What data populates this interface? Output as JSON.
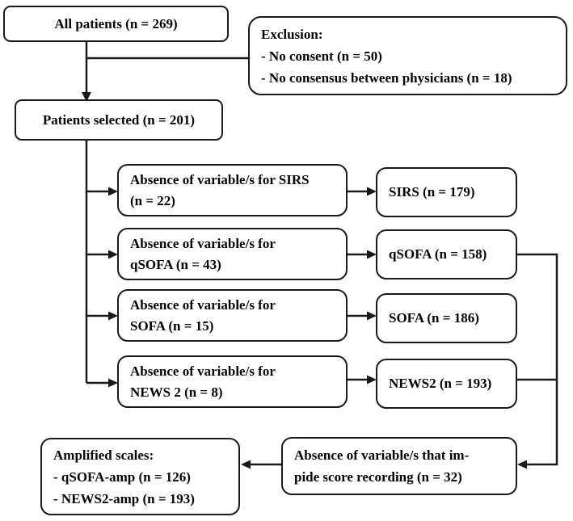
{
  "colors": {
    "background": "#ffffff",
    "line": "#1a1a1a",
    "text": "#050505"
  },
  "boxes": {
    "all_patients": {
      "label": "All patients (n = 269)"
    },
    "exclusion": {
      "lines": [
        "Exclusion:",
        "- No consent (n = 50)",
        "- No consensus between physicians (n = 18)"
      ]
    },
    "patients_selected": {
      "label": "Patients selected (n = 201)"
    },
    "rows": [
      {
        "absence_line1": "Absence of variable/s for SIRS",
        "absence_line2": "(n = 22)",
        "result": "SIRS (n = 179)"
      },
      {
        "absence_line1": "Absence of variable/s for",
        "absence_line2": "qSOFA (n = 43)",
        "result": "qSOFA (n = 158)"
      },
      {
        "absence_line1": "Absence of variable/s for",
        "absence_line2": "SOFA (n = 15)",
        "result": "SOFA (n = 186)"
      },
      {
        "absence_line1": "Absence of variable/s for",
        "absence_line2": "NEWS 2 (n = 8)",
        "result": "NEWS2 (n = 193)"
      }
    ],
    "impede": {
      "lines": [
        "Absence of variable/s that im-",
        "pide score recording (n = 32)"
      ]
    },
    "amplified": {
      "lines": [
        "Amplified scales:",
        "- qSOFA-amp (n = 126)",
        "- NEWS2-amp (n = 193)"
      ]
    }
  }
}
